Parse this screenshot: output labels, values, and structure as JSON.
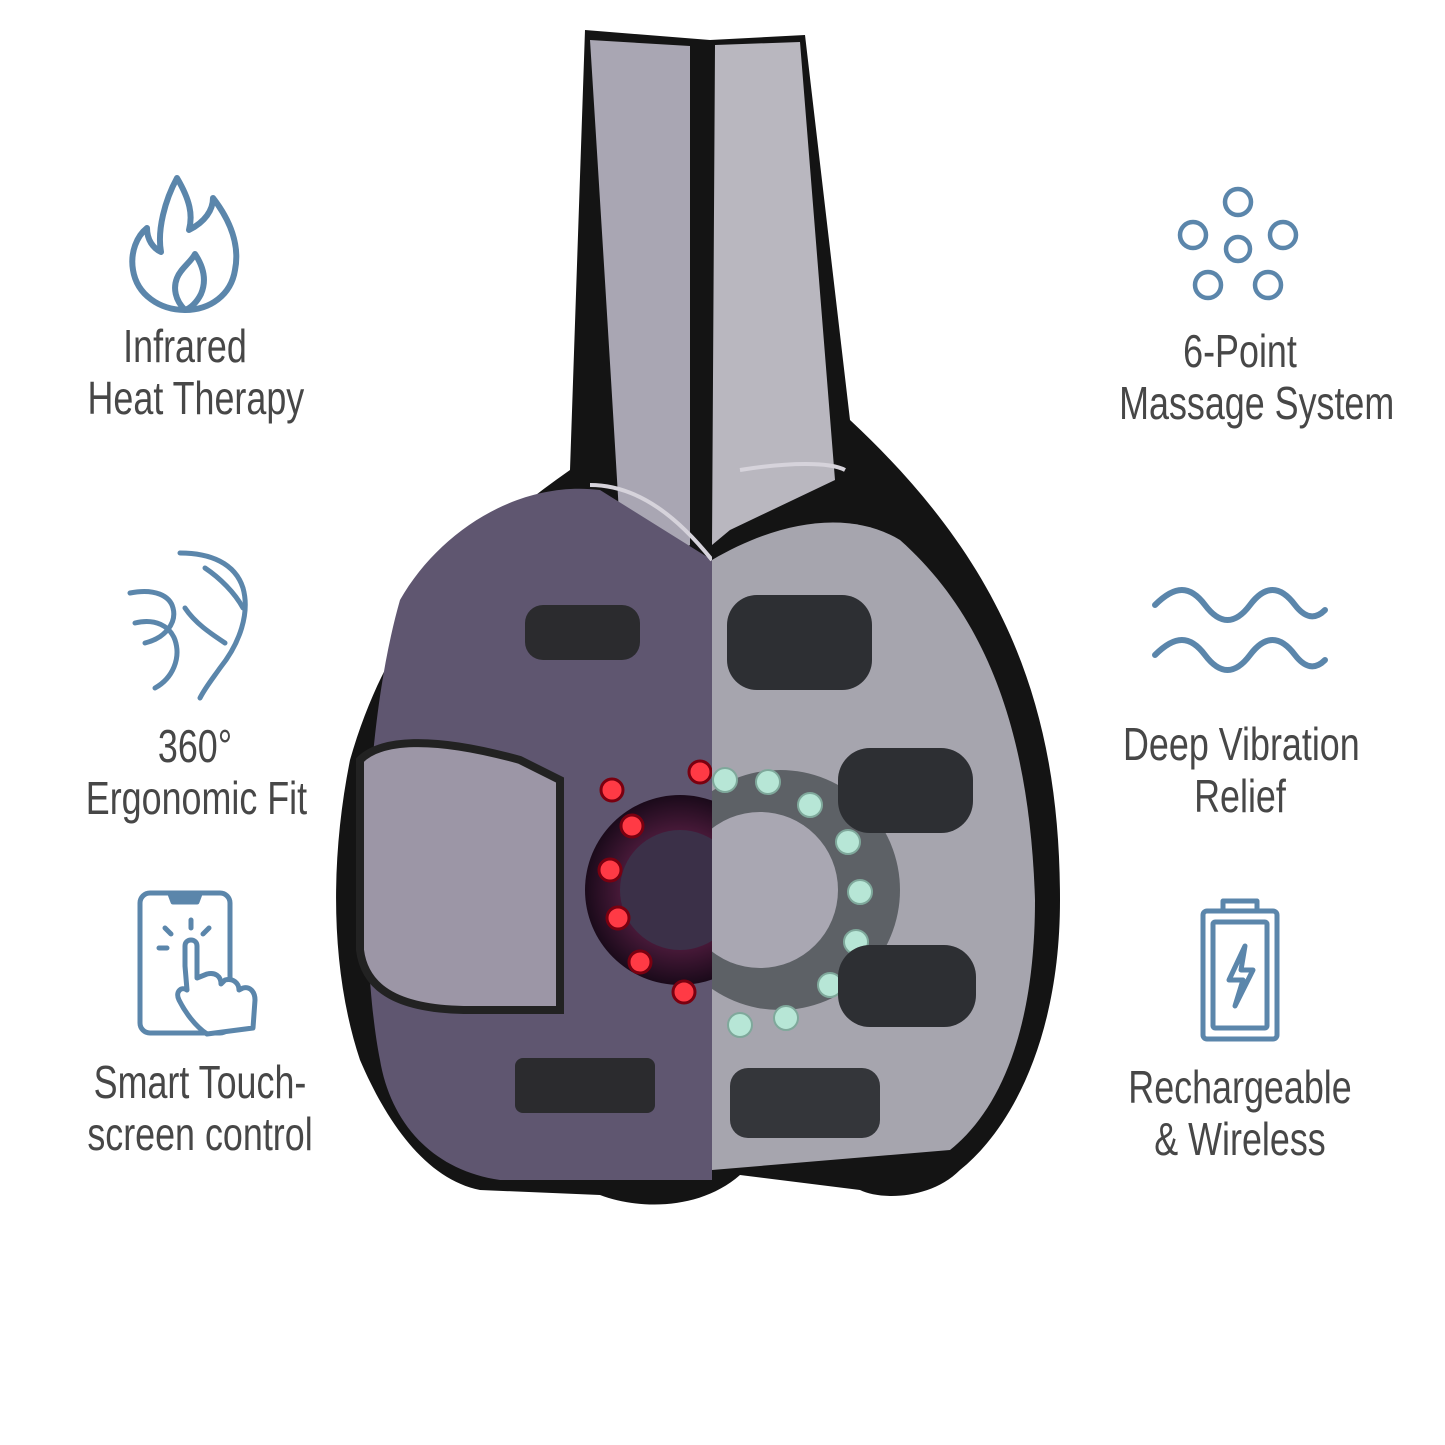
{
  "colors": {
    "icon_stroke": "#5b86ab",
    "text": "#474747",
    "background": "#ffffff"
  },
  "features_left": [
    {
      "icon": "flame-icon",
      "lines": [
        "Infrared",
        "Heat Therapy"
      ]
    },
    {
      "icon": "knee-fit-icon",
      "lines": [
        "360°",
        "Ergonomic Fit"
      ]
    },
    {
      "icon": "touchscreen-icon",
      "lines": [
        "Smart Touch-",
        "screen control"
      ]
    }
  ],
  "features_right": [
    {
      "icon": "massage-points-icon",
      "lines": [
        "6-Point",
        "Massage System"
      ]
    },
    {
      "icon": "vibration-waves-icon",
      "lines": [
        "Deep Vibration",
        "Relief"
      ]
    },
    {
      "icon": "battery-icon",
      "lines": [
        "Rechargeable",
        "& Wireless"
      ]
    }
  ]
}
